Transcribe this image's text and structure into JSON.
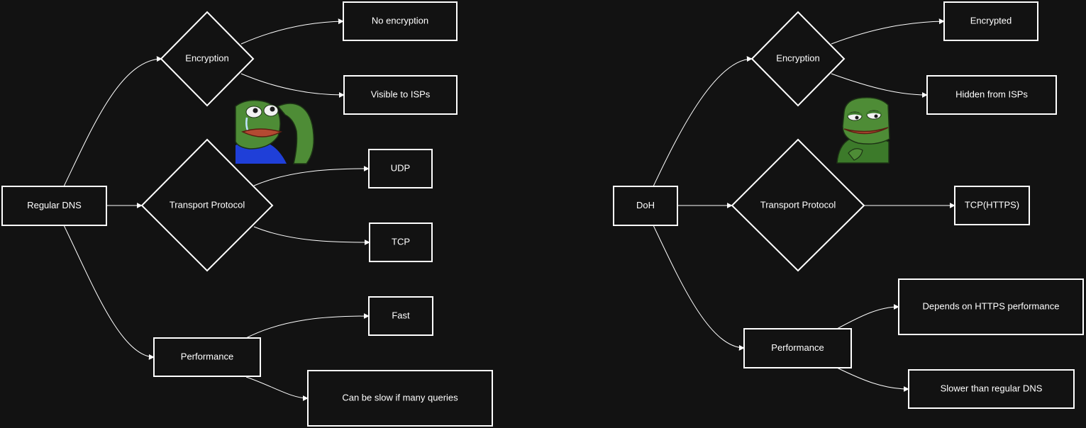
{
  "regular": {
    "root": "Regular DNS",
    "encryption": "Encryption",
    "no_encryption": "No encryption",
    "visible_isps": "Visible to ISPs",
    "transport": "Transport Protocol",
    "udp": "UDP",
    "tcp": "TCP",
    "performance": "Performance",
    "fast": "Fast",
    "slow": "Can be slow if many queries"
  },
  "doh": {
    "root": "DoH",
    "encryption": "Encryption",
    "encrypted": "Encrypted",
    "hidden_isps": "Hidden from ISPs",
    "transport": "Transport Protocol",
    "tcp_https": "TCP(HTTPS)",
    "performance": "Performance",
    "depends": "Depends on HTTPS performance",
    "slower": "Slower than regular DNS"
  },
  "colors": {
    "background": "#121212",
    "stroke": "#ffffff",
    "text": "#ffffff"
  },
  "icons": [
    "sad-frog-icon",
    "smug-frog-icon"
  ]
}
